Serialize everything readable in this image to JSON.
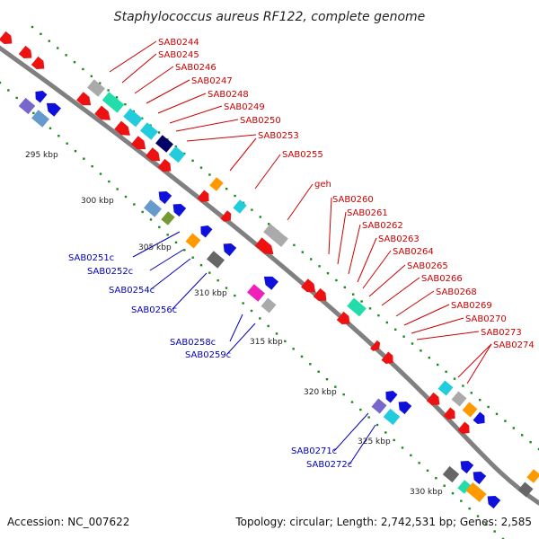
{
  "title": "Staphylococcus aureus RF122, complete genome",
  "footer": {
    "accession": "Accession: NC_007622",
    "topology": "Topology: circular; Length: 2,742,531 bp; Genes: 2,585"
  },
  "kbp_labels": [
    "295 kbp",
    "300 kbp",
    "305 kbp",
    "310 kbp",
    "315 kbp",
    "320 kbp",
    "325 kbp",
    "330 kbp"
  ],
  "forward_genes": [
    "SAB0244",
    "SAB0245",
    "SAB0246",
    "SAB0247",
    "SAB0248",
    "SAB0249",
    "SAB0250",
    "SAB0253",
    "SAB0255",
    "geh",
    "SAB0260",
    "SAB0261",
    "SAB0262",
    "SAB0263",
    "SAB0264",
    "SAB0265",
    "SAB0266",
    "SAB0268",
    "SAB0269",
    "SAB0270",
    "SAB0273",
    "SAB0274"
  ],
  "reverse_genes": [
    "SAB0251c",
    "SAB0252c",
    "SAB0254c",
    "SAB0256c",
    "SAB0258c",
    "SAB0259c",
    "SAB0271c",
    "SAB0272c"
  ],
  "colors": {
    "backbone": "#808080",
    "tick": "#1a8a1a",
    "forward_label": "#cc0000",
    "reverse_label": "#0000bb",
    "gene_red": "#ee1111",
    "gene_blue": "#1010dd",
    "gene_cyan": "#22ccdd",
    "gene_teal": "#22ddaa",
    "gene_grey": "#aaaaaa",
    "gene_darkgrey": "#666666",
    "gene_orange": "#ff9900",
    "gene_navy": "#000066",
    "gene_purple": "#7766cc",
    "gene_magenta": "#ee22bb",
    "gene_steel": "#6699cc",
    "gene_olive": "#779933"
  }
}
